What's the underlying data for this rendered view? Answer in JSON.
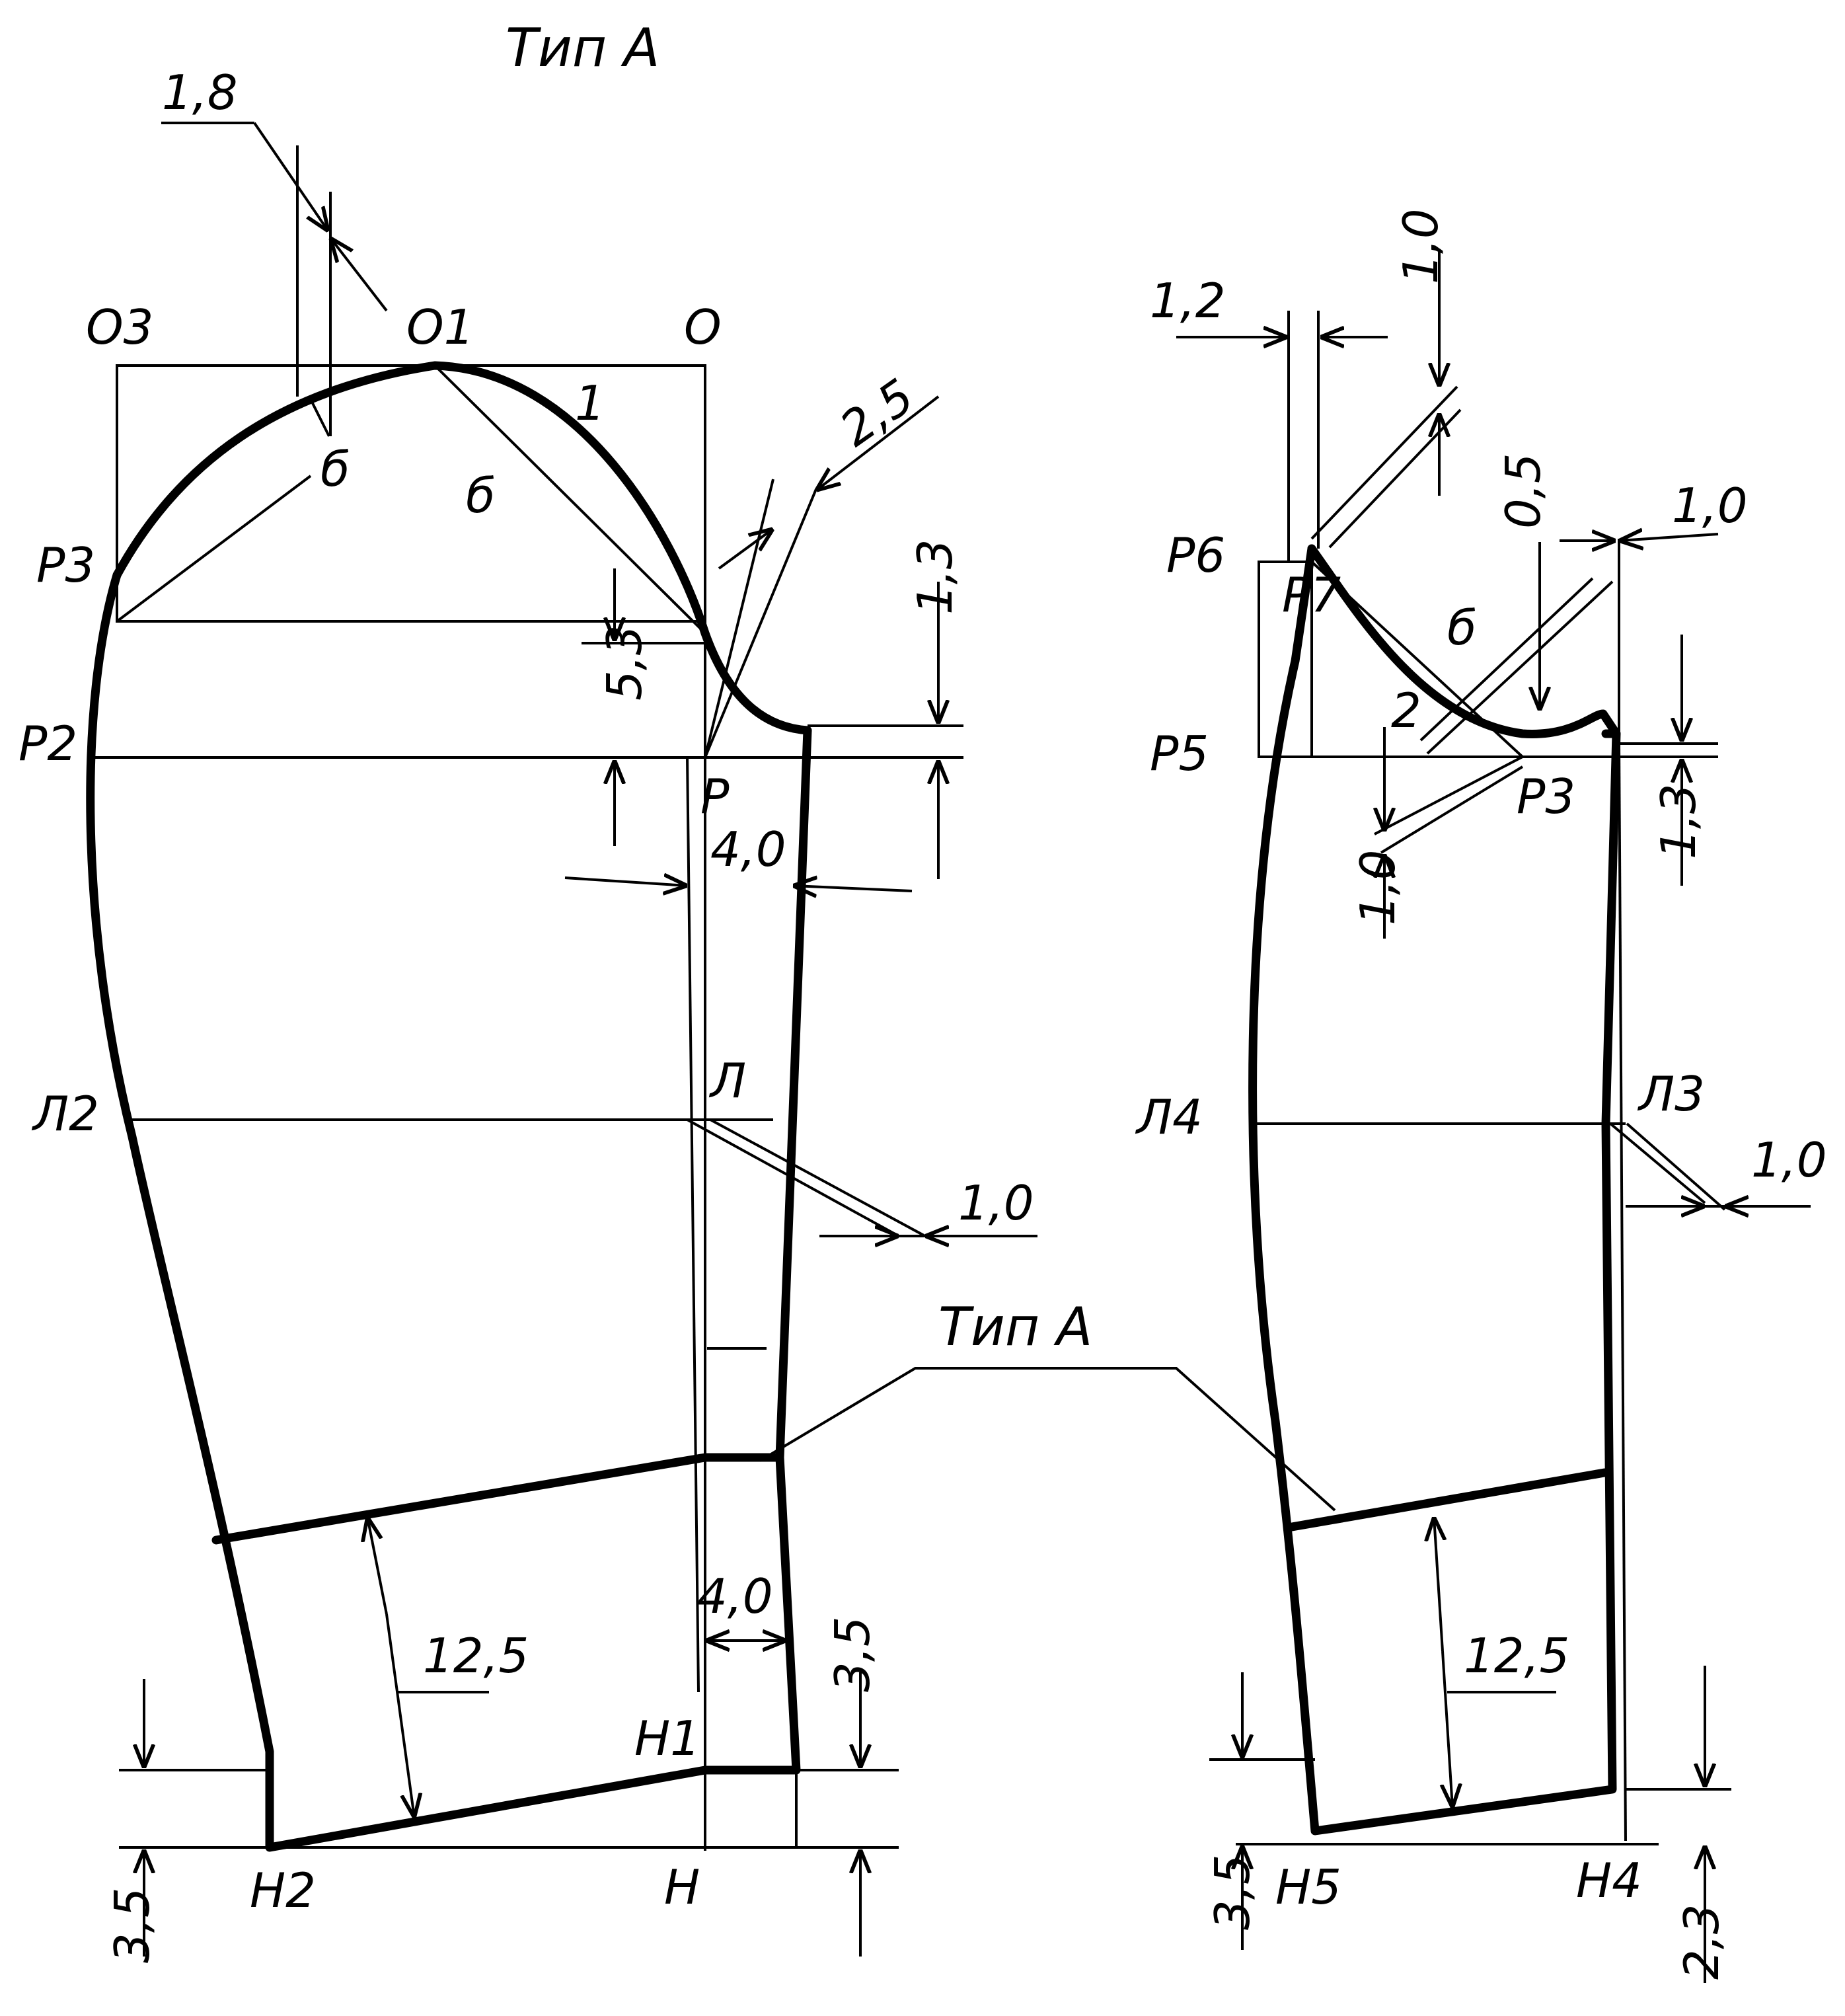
{
  "title": "Тип А",
  "callout": "Тип А",
  "left_points": {
    "O3": "О3",
    "O1": "О1",
    "O": "О",
    "P3": "Р3",
    "P2": "Р2",
    "P": "Р",
    "L2": "Л2",
    "L": "Л",
    "H2": "Н2",
    "H": "Н",
    "H1": "Н1",
    "one": "1",
    "delta_a": "б",
    "delta_b": "б"
  },
  "left_dims": {
    "d18": "1,8",
    "d25": "2,5",
    "d53": "5,3",
    "d13": "1,3",
    "d40_top": "4,0",
    "d10": "1,0",
    "d40_bot": "4,0",
    "d125": "12,5",
    "d35_right": "3,5",
    "d35_left": "3,5"
  },
  "right_points": {
    "P6": "Р6",
    "P7": "Р7",
    "P5": "Р5",
    "P3": "Р3",
    "L4": "Л4",
    "L3": "Л3",
    "H5": "Н5",
    "H4": "Н4",
    "two": "2",
    "delta": "б"
  },
  "right_dims": {
    "d12": "1,2",
    "d10_top": "1,0",
    "d05": "0,5",
    "d10_right": "1,0",
    "d13": "1,3",
    "d10_left": "1,0",
    "d10_mid": "1,0",
    "d125": "12,5",
    "d35": "3,5",
    "d23": "2,3"
  }
}
